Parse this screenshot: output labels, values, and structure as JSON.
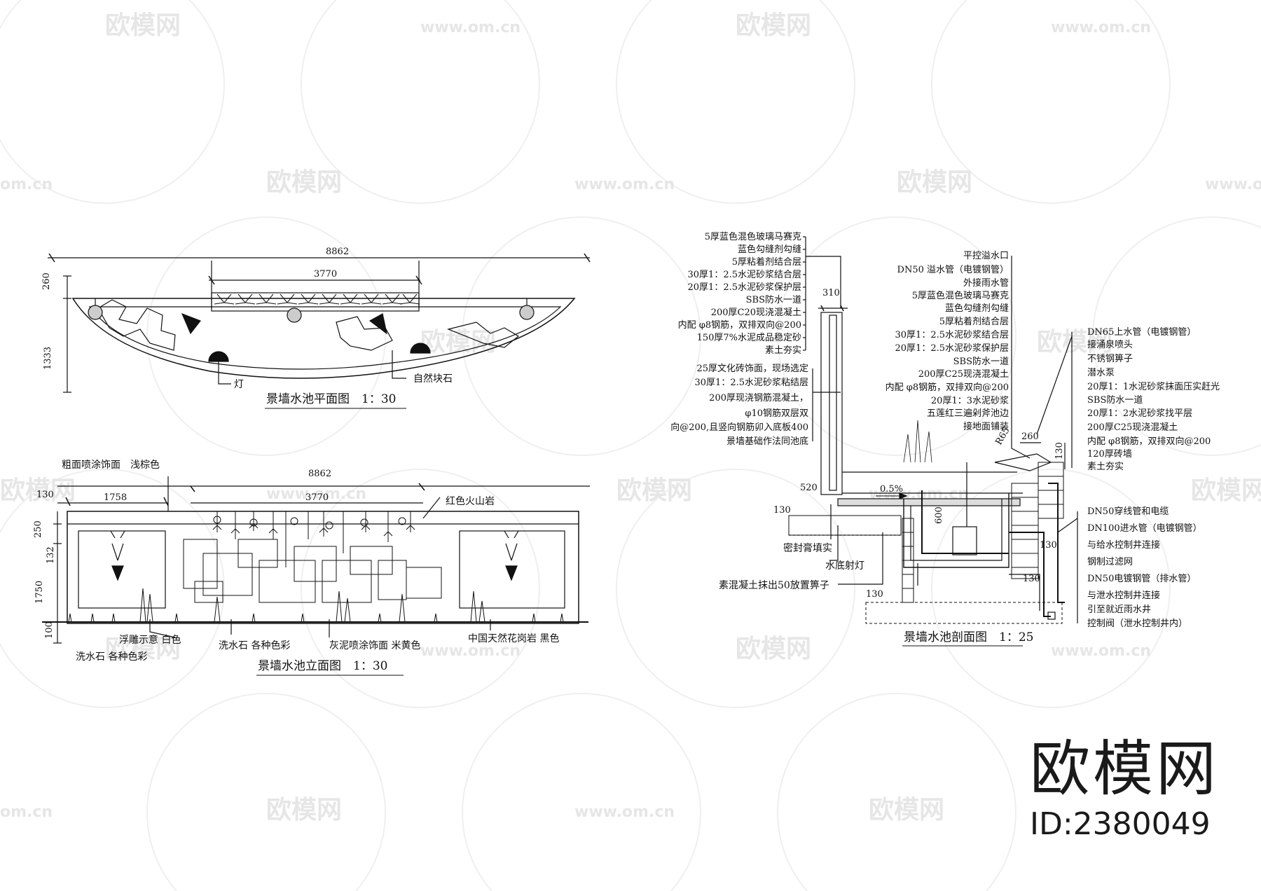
{
  "watermark": {
    "brand": "欧模网",
    "site": "www.om.cn",
    "site_short": "om.cn"
  },
  "brand": {
    "name": "欧模网",
    "id": "ID:2380049"
  },
  "plan": {
    "title": "景墙水池平面图　1：30",
    "dims": {
      "total": "8862",
      "center": "3770",
      "left_h": "260",
      "left_v": "1333"
    },
    "labels": {
      "lamp": "灯",
      "stone": "自然块石"
    }
  },
  "elevation": {
    "title": "景墙水池立面图　1：30",
    "dims": {
      "total": "8862",
      "center": "3770",
      "left_w": "1758",
      "left_130": "130",
      "h250": "250",
      "h132": "132",
      "h1750": "1750",
      "h100": "100"
    },
    "labels": {
      "top_left": "粗面喷涂饰面　浅棕色",
      "top_right": "红色火山岩",
      "relief": "浮雕示意 白色",
      "wash1": "洗水石 各种色彩",
      "wash2": "洗水石 各种色彩",
      "grey": "灰泥喷涂饰面 米黄色",
      "granite": "中国天然花岗岩 黑色"
    }
  },
  "section": {
    "title": "景墙水池剖面图　1：25",
    "left_group1": [
      "5厚蓝色混色玻璃马赛克",
      "蓝色勾缝剂勾缝",
      "5厚粘着剂结合层",
      "30厚1：2.5水泥砂浆结合层",
      "20厚1：2.5水泥砂浆保护层",
      "SBS防水一道",
      "200厚C20现浇混凝土",
      "内配 φ8钢筋，双排双向@200",
      "150厚7%水泥成品稳定砂",
      "素土夯实"
    ],
    "left_group2": [
      "25厚文化砖饰面，现场选定",
      "30厚1：2.5水泥砂浆粘结层",
      "200厚现浇钢筋混凝土，",
      "φ10钢筋双层双",
      "向@200,且竖向钢筋卯入底板400",
      "景墙基础作法同池底"
    ],
    "middle": [
      "平控溢水口",
      "DN50 溢水管（电镀钢管）",
      "外接雨水管",
      "5厚蓝色混色玻璃马赛克",
      "蓝色勾缝剂勾缝",
      "5厚粘着剂结合层",
      "30厚1：2.5水泥砂浆结合层",
      "20厚1：2.5水泥砂浆保护层",
      "SBS防水一道",
      "200厚C25现浇混凝土",
      "内配 φ8钢筋，双排双向@200",
      "20厚1：3水泥砂浆",
      "五莲红三遍剁斧池边",
      "接地面铺装"
    ],
    "right_group1": [
      "DN65上水管（电镀钢管）",
      "接涌泉喷头",
      "不锈钢箅子",
      "潜水泵",
      "20厚1：1水泥砂浆抹面压实赶光",
      "SBS防水一道",
      "20厚1：2水泥砂浆找平层",
      "200厚C25现浇混凝土",
      "内配 φ8钢筋，双排双向@200",
      "120厚砖墙",
      "素土夯实"
    ],
    "right_group2": [
      "DN50穿线管和电缆",
      "DN100进水管（电镀钢管）",
      "与给水控制井连接",
      "钢制过滤网",
      "DN50电镀钢管（排水管）",
      "与泄水控制井连接",
      "引至就近雨水井",
      "控制阀（泄水控制井内）"
    ],
    "bottom_labels": {
      "seal": "密封膏填实",
      "light": "水底射灯",
      "concrete": "素混凝土抹出50放置箅子"
    },
    "dims": {
      "d310": "310",
      "d520": "520",
      "d130a": "130",
      "d600": "600",
      "d260": "260",
      "d130b": "130",
      "d130c": "130",
      "d130d": "130",
      "d130e": "130",
      "slope": "0.5%",
      "r65": "R65"
    }
  }
}
